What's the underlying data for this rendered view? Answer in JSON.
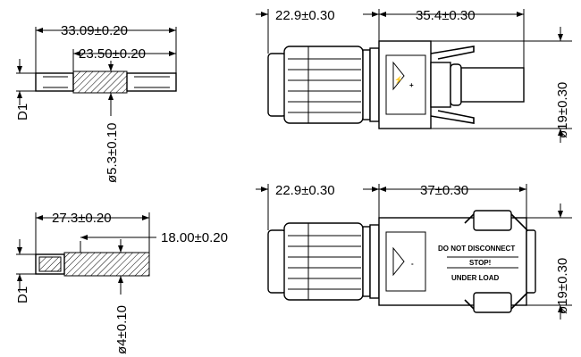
{
  "dimensions": {
    "pin_top_length": "33.09±0.20",
    "pin_top_inner": "23.50±0.20",
    "pin_top_diameter": "ø5.3±0.10",
    "pin_top_label": "D1",
    "pin_bottom_length": "27.3±0.20",
    "pin_bottom_inner": "18.00±0.20",
    "pin_bottom_diameter": "ø4±0.10",
    "pin_bottom_label": "D1",
    "male_nut_length": "22.9±0.30",
    "male_body_length": "35.4±0.30",
    "male_diameter": "ø19±0.30",
    "female_nut_length": "22.9±0.30",
    "female_body_length": "37±0.30",
    "female_diameter": "ø19±0.30"
  },
  "labels": {
    "plus_sign": "+",
    "minus_sign": "-",
    "warning_line1": "DO NOT DISCONNECT",
    "warning_line2": "STOP!",
    "warning_line3": "UNDER LOAD"
  }
}
